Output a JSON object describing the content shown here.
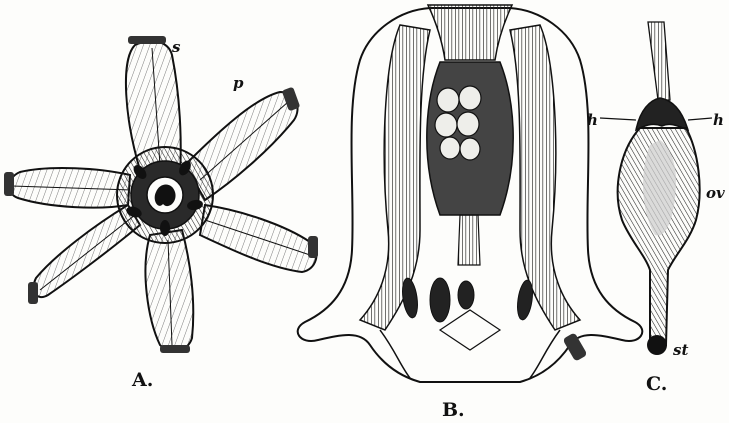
{
  "figure": {
    "panels": [
      {
        "caption": "A.",
        "labels": {
          "sepal": "s",
          "petal": "p"
        }
      },
      {
        "caption": "B."
      },
      {
        "caption": "C.",
        "labels": {
          "h_left": "h",
          "h_right": "h",
          "ovary": "ov",
          "stigma": "st"
        }
      }
    ]
  },
  "colors": {
    "ink": "#111111",
    "paper": "#fdfdfb",
    "mid": "#555555"
  }
}
